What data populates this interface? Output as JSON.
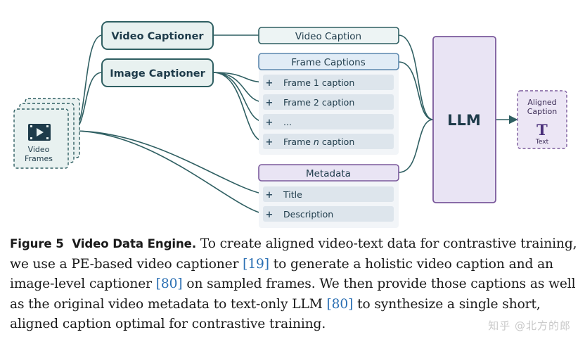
{
  "figure": {
    "input": {
      "line1": "Video",
      "line2": "Frames"
    },
    "video_captioner": "Video Captioner",
    "image_captioner": "Image Captioner",
    "video_caption": "Video Caption",
    "frame_captions": {
      "header": "Frame Captions",
      "items": [
        "Frame 1 caption",
        "Frame 2 caption",
        "...",
        "Frame n caption"
      ],
      "item_prefix": "Frame ",
      "item_n": "n",
      "item_suffix": " caption"
    },
    "metadata": {
      "header": "Metadata",
      "items": [
        "Title",
        "Description"
      ]
    },
    "plus": "+",
    "llm": "LLM",
    "output": {
      "line1": "Aligned",
      "line2": "Caption",
      "glyph": "T",
      "sub": "Text"
    },
    "colors": {
      "teal_border": "#2f5f62",
      "teal_fill": "#e8f1f0",
      "teal_light": "#edf4f4",
      "item_fill": "#dde5ec",
      "purple_border": "#7b5a9c",
      "purple_fill": "#e9e4f4",
      "llm_text": "#1e3b4a"
    }
  },
  "caption": {
    "label": "Figure 5",
    "title": "Video Data Engine.",
    "seg1": " To create aligned video-text data for contrastive training, we use a PE-based video captioner ",
    "ref1": "[19]",
    "seg2": " to generate a holistic video caption and an image-level captioner ",
    "ref2": "[80]",
    "seg3": " on sampled frames. We then provide those captions as well as the original video metadata to text-only LLM ",
    "ref3": "[80]",
    "seg4": " to synthesize a single short, aligned caption optimal for contrastive training."
  },
  "watermark": "知乎 @北方的郎"
}
